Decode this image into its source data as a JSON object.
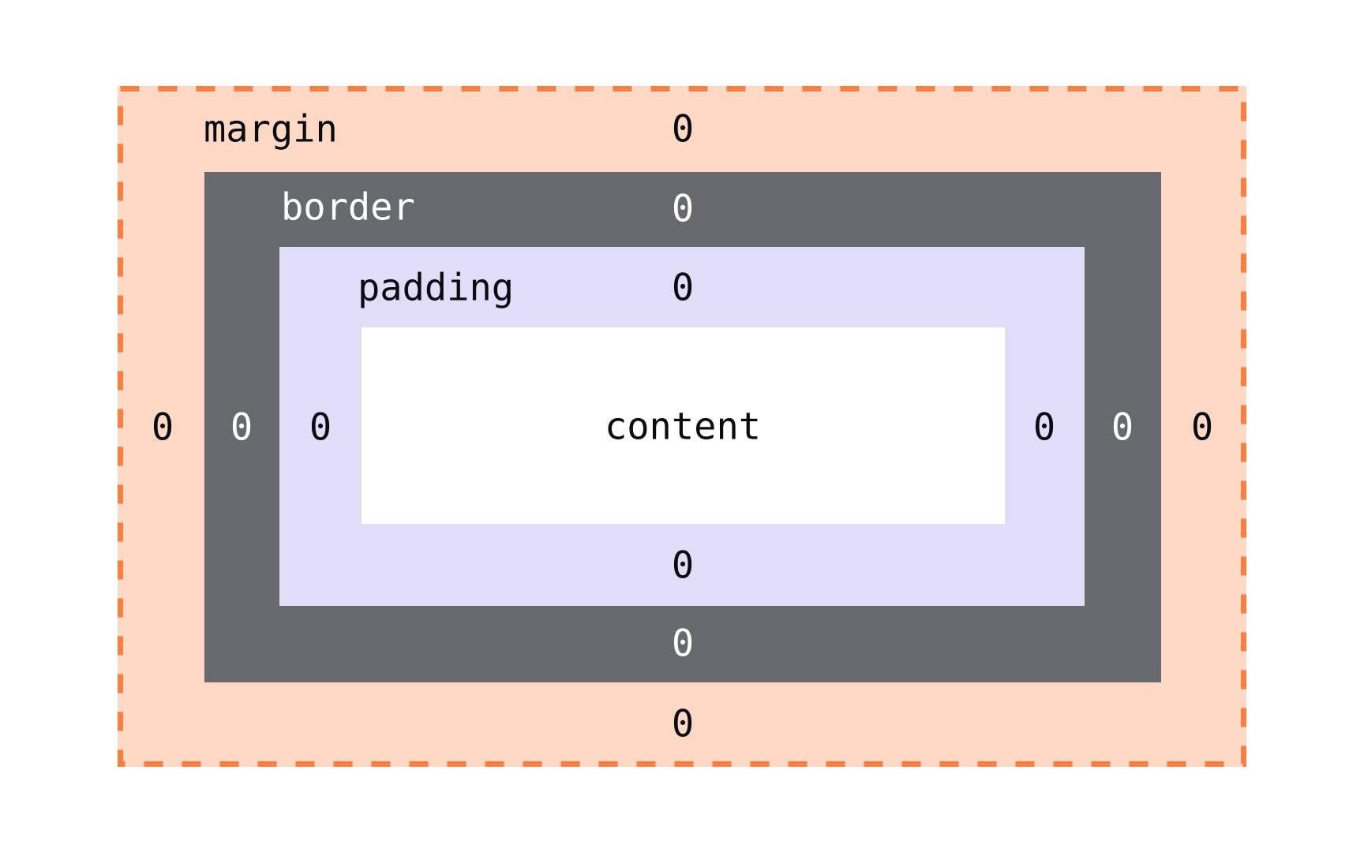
{
  "layers": {
    "margin": {
      "label": "margin",
      "values": {
        "top": "0",
        "right": "0",
        "bottom": "0",
        "left": "0"
      }
    },
    "border": {
      "label": "border",
      "values": {
        "top": "0",
        "right": "0",
        "bottom": "0",
        "left": "0"
      }
    },
    "padding": {
      "label": "padding",
      "values": {
        "top": "0",
        "right": "0",
        "bottom": "0",
        "left": "0"
      }
    },
    "content": {
      "label": "content"
    }
  },
  "colors": {
    "page_bg": "#ffffff",
    "margin_bg": "#fdd8c4",
    "margin_dash": "#f97e42",
    "border_bg": "#68696e",
    "padding_bg": "#e1dcf8",
    "content_bg": "#ffffff",
    "text_dark": "#0b0b12",
    "text_light": "#ffffff"
  }
}
